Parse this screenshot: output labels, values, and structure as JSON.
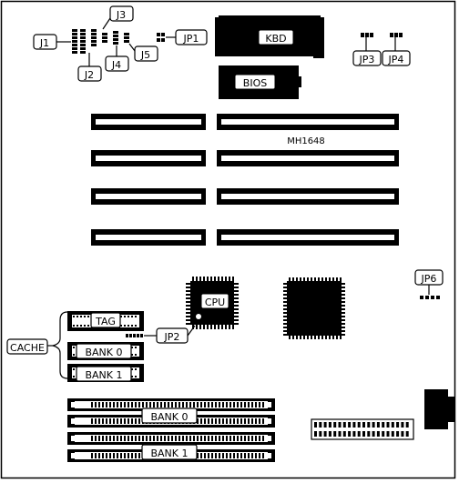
{
  "board": {
    "model": "MH1648"
  },
  "jumpers": {
    "j1": "J1",
    "j2": "J2",
    "j3": "J3",
    "j4": "J4",
    "j5": "J5",
    "jp1": "JP1",
    "jp2": "JP2",
    "jp3": "JP3",
    "jp4": "JP4",
    "jp6": "JP6"
  },
  "chips": {
    "kbd": "KBD",
    "bios": "BIOS",
    "cpu": "CPU"
  },
  "cache": {
    "label": "CACHE",
    "tag": "TAG",
    "bank0": "BANK 0",
    "bank1": "BANK 1"
  },
  "simm": {
    "bank0": "BANK 0",
    "bank1": "BANK 1"
  }
}
